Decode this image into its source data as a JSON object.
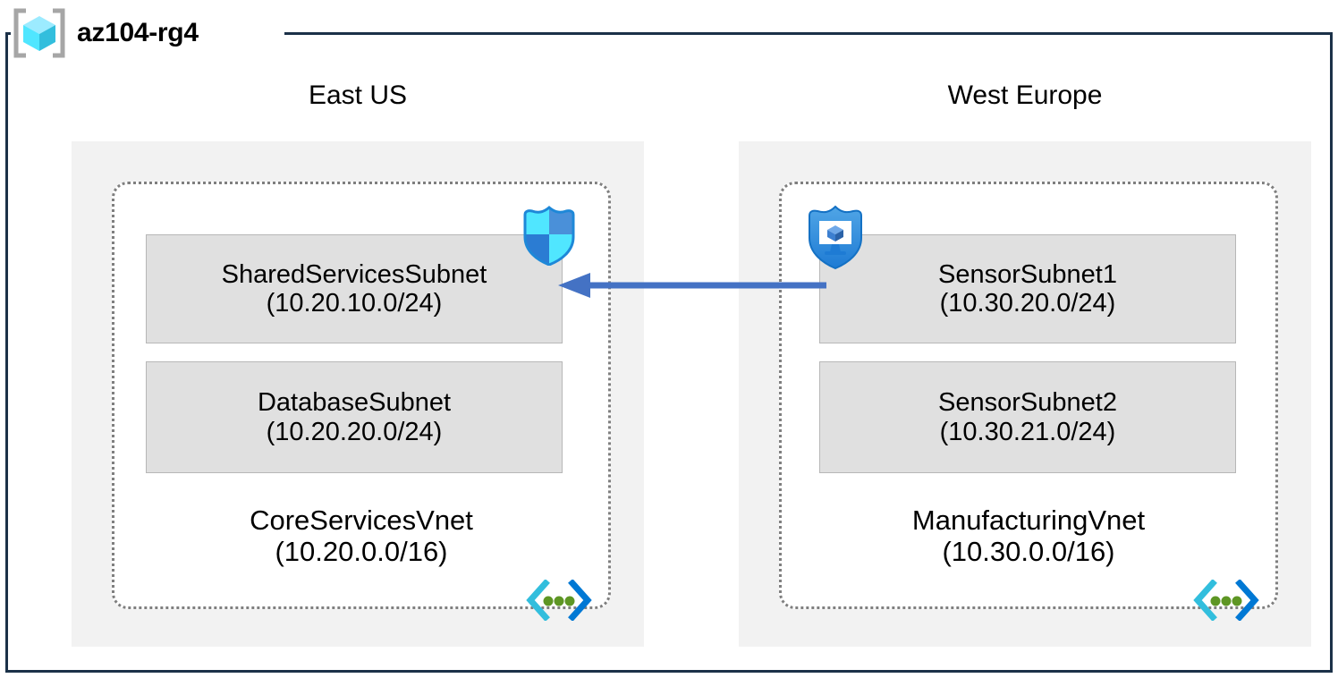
{
  "resource_group": {
    "name": "az104-rg4",
    "icon": "resource-group-cube-icon",
    "frame_color": "#1B3148"
  },
  "regions": [
    {
      "id": "eastus",
      "label": "East US",
      "box_color": "#F2F2F2"
    },
    {
      "id": "westeurope",
      "label": "West Europe",
      "box_color": "#F2F2F2"
    }
  ],
  "vnets": [
    {
      "id": "core",
      "region": "East US",
      "name": "CoreServicesVnet",
      "cidr": "(10.20.0.0/16)",
      "icon": "virtual-network-icon",
      "border_style": "dotted",
      "border_color": "#7F7F7F",
      "subnets": [
        {
          "id": "shared",
          "name": "SharedServicesSubnet",
          "cidr": "(10.20.10.0/24)",
          "fill": "#E0E0E0",
          "icon": "network-security-group-shield-icon"
        },
        {
          "id": "database",
          "name": "DatabaseSubnet",
          "cidr": "(10.20.20.0/24)",
          "fill": "#E0E0E0",
          "icon": null
        }
      ]
    },
    {
      "id": "manufacturing",
      "region": "West Europe",
      "name": "ManufacturingVnet",
      "cidr": "(10.30.0.0/16)",
      "icon": "virtual-network-icon",
      "border_style": "dotted",
      "border_color": "#7F7F7F",
      "subnets": [
        {
          "id": "sensor1",
          "name": "SensorSubnet1",
          "cidr": "(10.30.20.0/24)",
          "fill": "#E0E0E0",
          "icon": "application-security-group-shield-icon"
        },
        {
          "id": "sensor2",
          "name": "SensorSubnet2",
          "cidr": "(10.30.21.0/24)",
          "fill": "#E0E0E0",
          "icon": null
        }
      ]
    }
  ],
  "connection": {
    "id": "vnet-peering",
    "icon": "peering-arrow-icon",
    "direction": "right-to-left",
    "from": "SensorSubnet1",
    "to": "SharedServicesSubnet",
    "color": "#4472C4"
  },
  "palette": {
    "frame_navy": "#1B3148",
    "region_gray": "#F2F2F2",
    "subnet_gray": "#E0E0E0",
    "subnet_border": "#B7B7B7",
    "vnet_dotted": "#7F7F7F",
    "arrow_blue": "#4472C4",
    "azure_cyan": "#50E6FF",
    "azure_blue": "#0078D4",
    "vnet_green": "#5E9624"
  }
}
